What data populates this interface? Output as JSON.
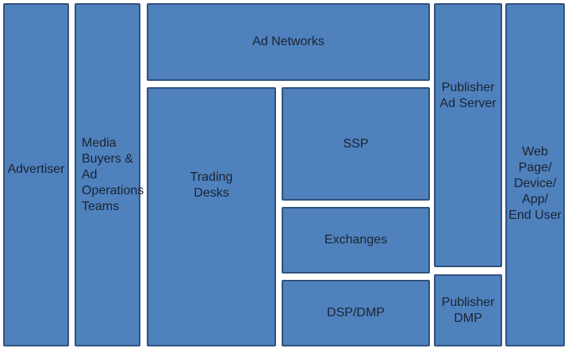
{
  "diagram": {
    "boxes": {
      "advertiser": {
        "label": "Advertiser"
      },
      "media_buyers": {
        "label": "Media\nBuyers &\nAd\nOperations\nTeams"
      },
      "ad_networks": {
        "label": "Ad Networks"
      },
      "trading_desks": {
        "label": "Trading\nDesks"
      },
      "ssp": {
        "label": "SSP"
      },
      "exchanges": {
        "label": "Exchanges"
      },
      "dsp_dmp": {
        "label": "DSP/DMP"
      },
      "publisher_ad_server": {
        "label": "Publisher\nAd Server"
      },
      "publisher_dmp": {
        "label": "Publisher\nDMP"
      },
      "web_page": {
        "label": "Web\nPage/\nDevice/\nApp/\nEnd User"
      }
    },
    "colors": {
      "box_fill": "#4F81BD",
      "box_border": "#2F527C",
      "text": "#1B2331",
      "background": "#FFFFFF"
    }
  }
}
